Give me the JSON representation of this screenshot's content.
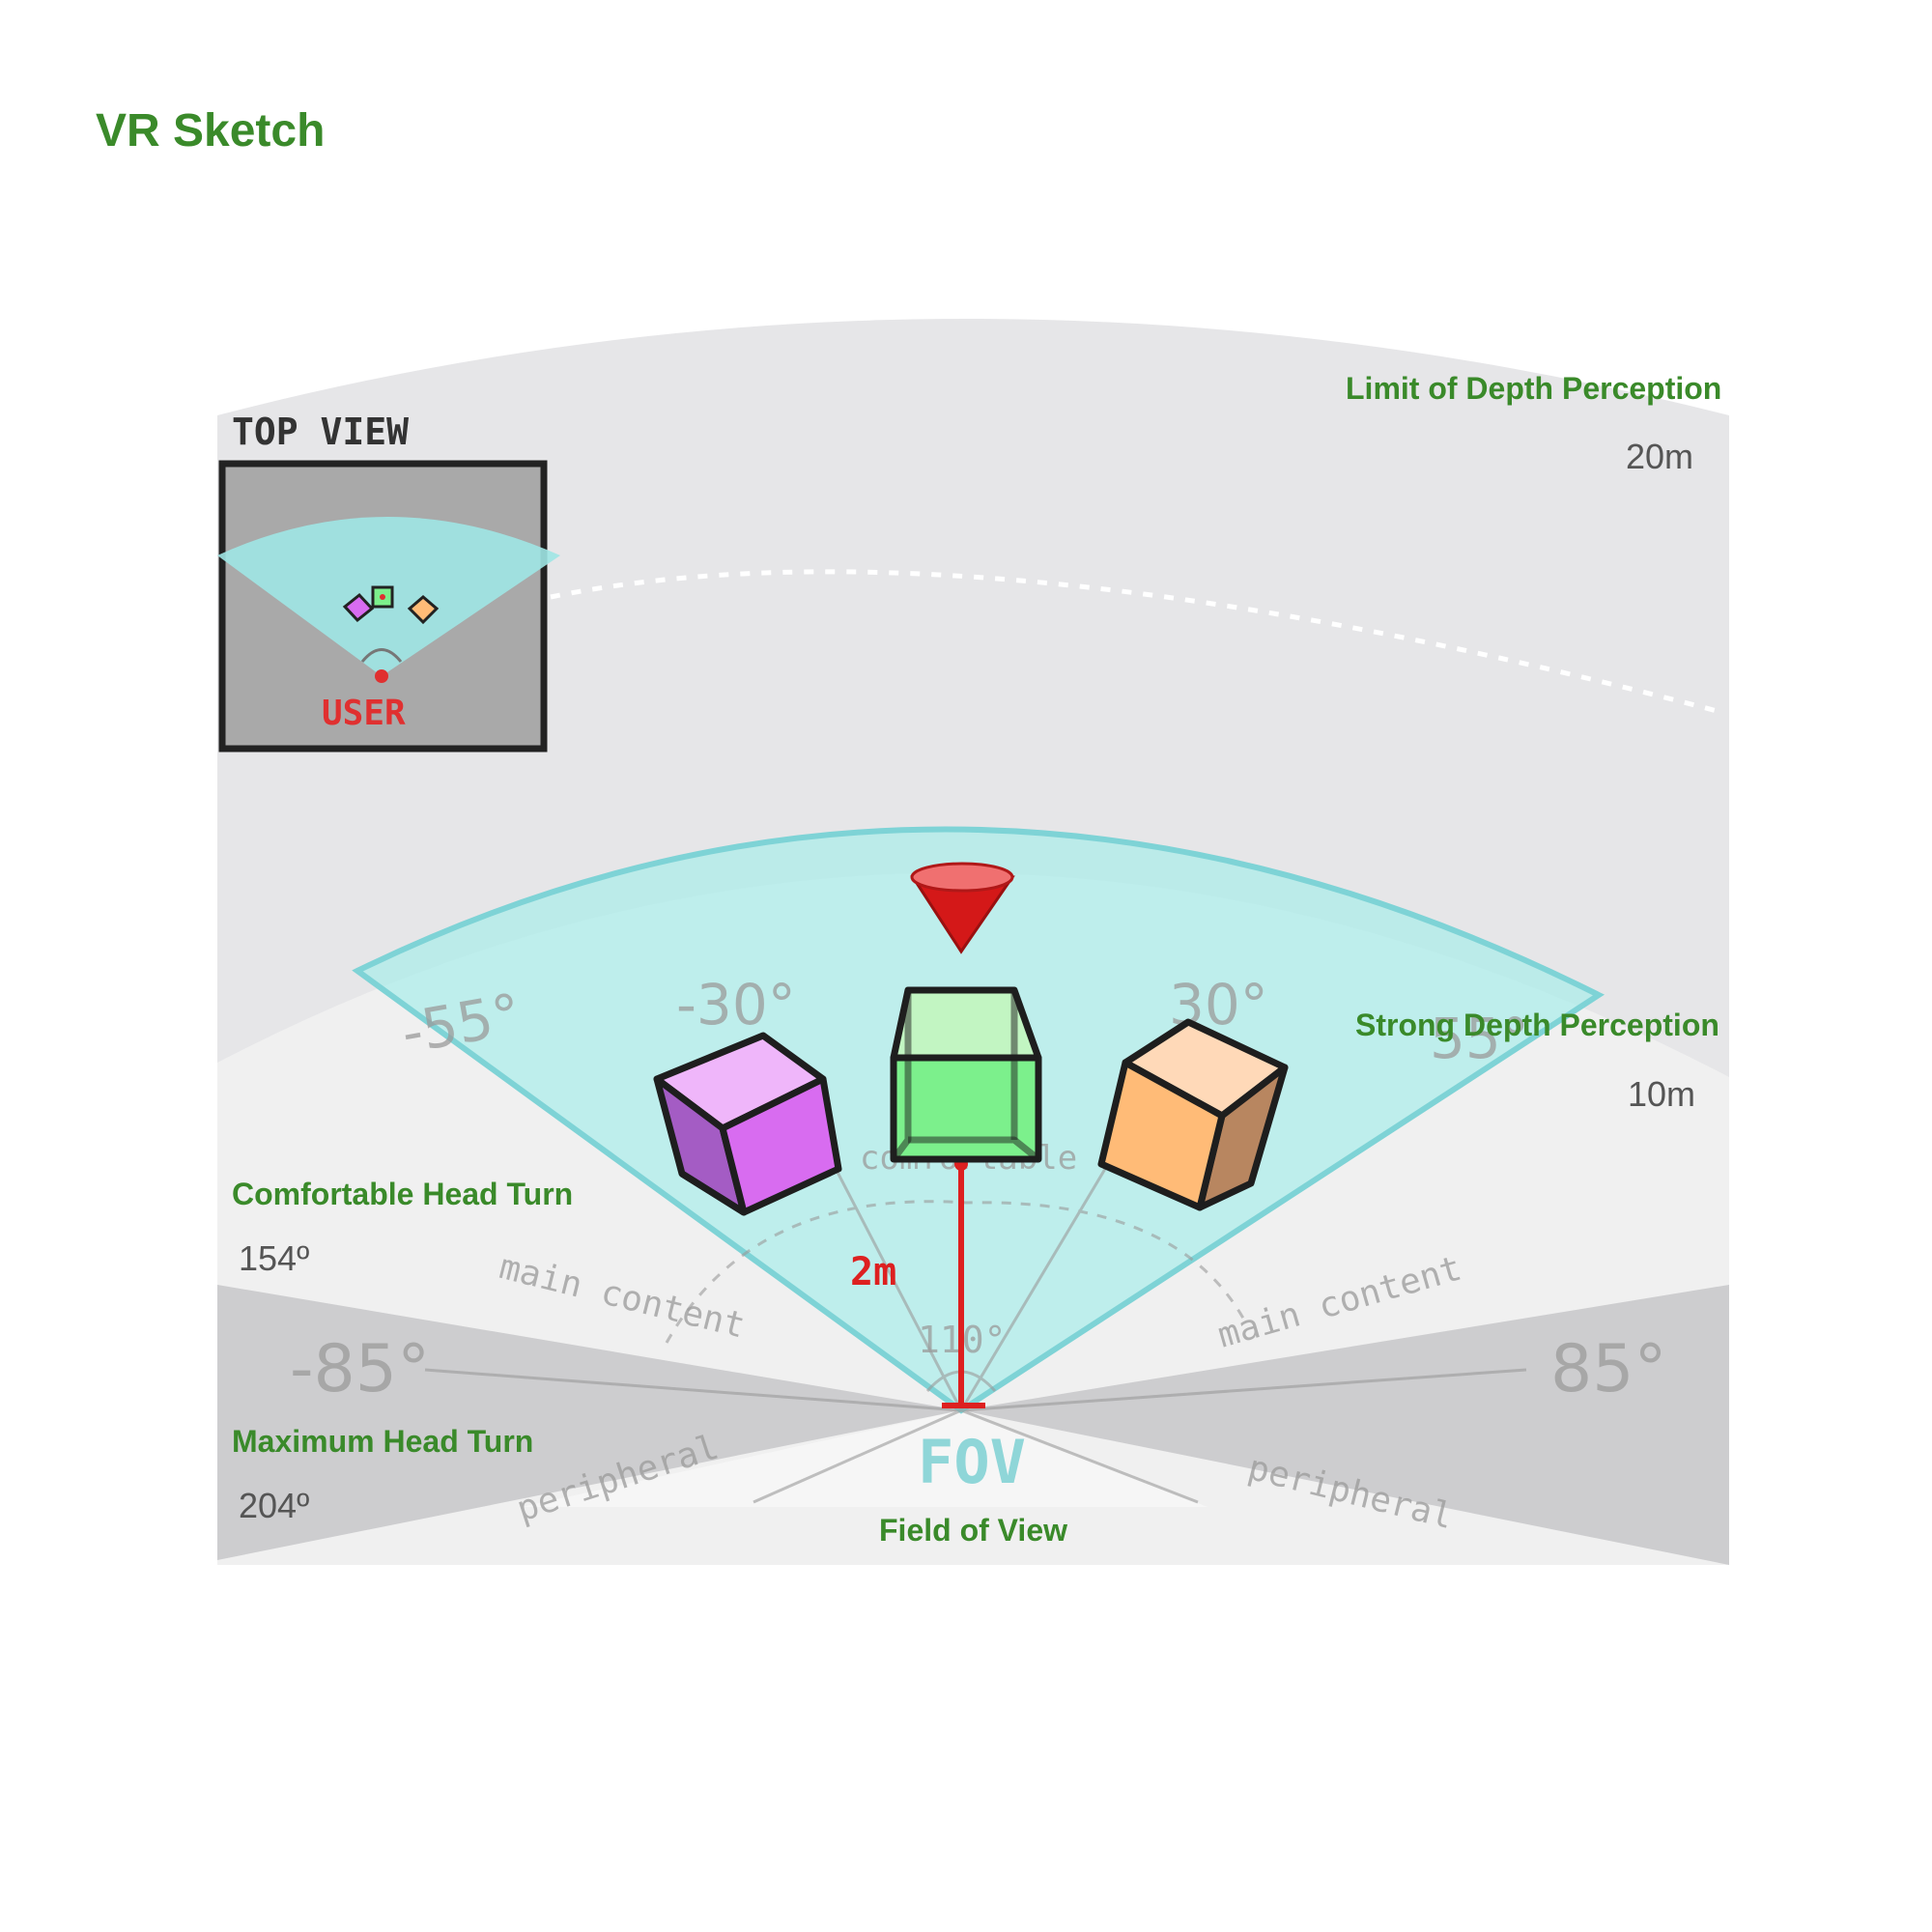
{
  "title": "VR Sketch",
  "top_view": {
    "label": "TOP VIEW",
    "user_label": "USER"
  },
  "zones": {
    "limit_depth": {
      "label": "Limit of Depth Perception",
      "value": "20m"
    },
    "strong_depth": {
      "label": "Strong Depth Perception",
      "value": "10m"
    },
    "comfortable_turn": {
      "label": "Comfortable Head Turn",
      "value": "154º"
    },
    "maximum_turn": {
      "label": "Maximum Head Turn",
      "value": "204º"
    },
    "fov": {
      "label": "Field of View"
    }
  },
  "sketch": {
    "distance": "2m",
    "fov_text": "FOV",
    "fov_angle": "110°",
    "main_content": "main content",
    "peripheral": "peripheral",
    "comfortable": "comfortable",
    "angles": {
      "neg85": "-85°",
      "pos85": "85°",
      "neg55": "-55°",
      "pos55": "55°",
      "neg30": "-30°",
      "pos30": "30°"
    }
  },
  "colors": {
    "title": "#3a8a2a",
    "fov": "#a8ecea",
    "far_zone": "#e6e6e8",
    "near_zone": "#f0f0f0",
    "max_zone": "#cdcdcf",
    "cube_purple": "#d86cf0",
    "cube_green": "#7cf08c",
    "cube_orange": "#ffbb77",
    "cone_red": "#e02020"
  }
}
